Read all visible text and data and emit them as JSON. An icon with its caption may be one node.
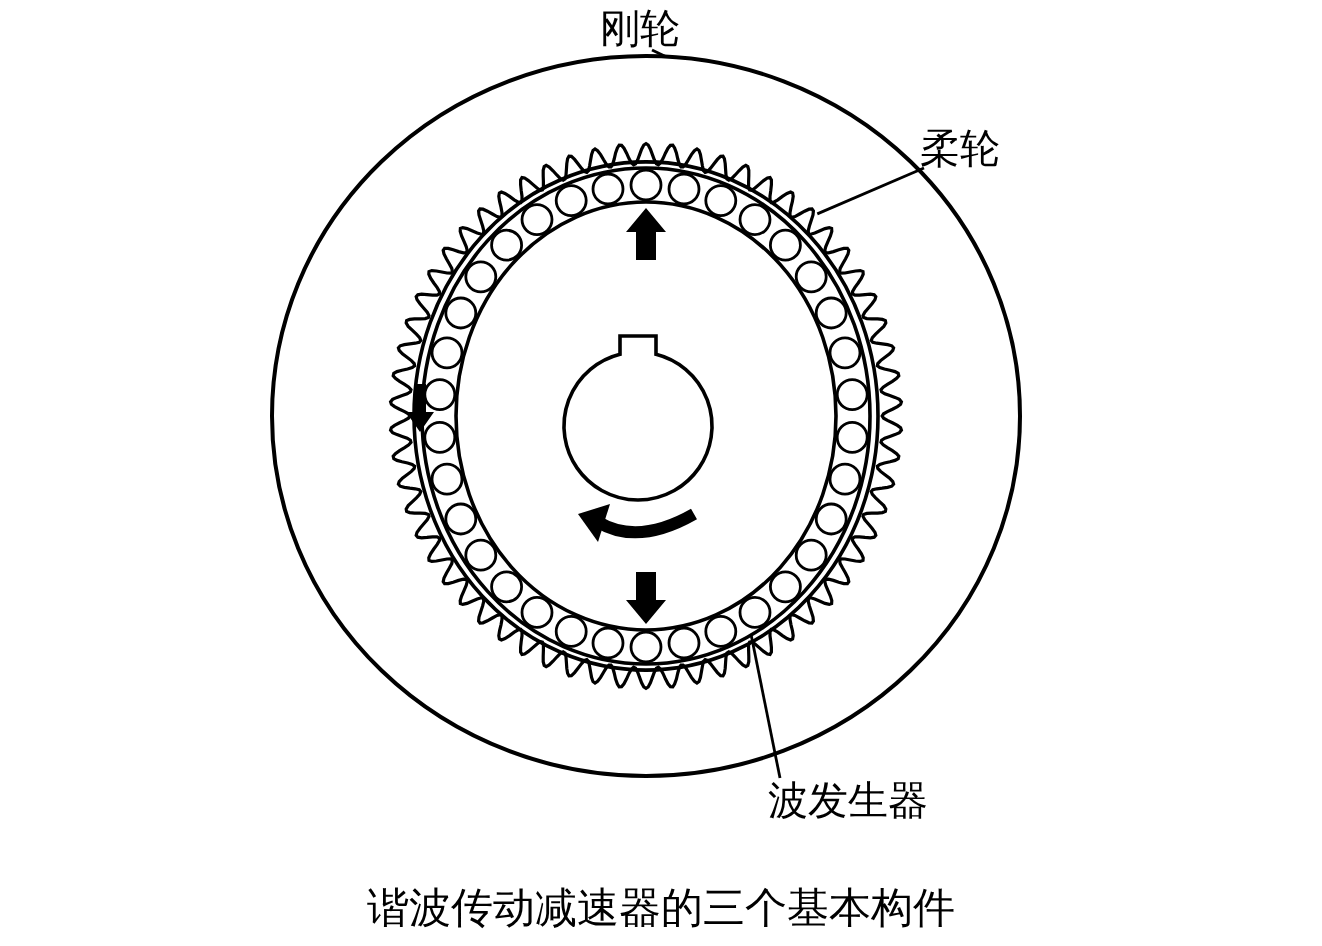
{
  "diagram": {
    "caption": "谐波传动减速器的三个基本构件",
    "nodes": [
      {
        "text": [
          "刚轮"
        ]
      },
      {
        "text": [
          "柔轮"
        ]
      },
      {
        "text": [
          "波发生器"
        ]
      },
      {
        "text": [],
        "shape": "circle"
      },
      {
        "text": [],
        "shape": "picture",
        "in": 3
      },
      {
        "text": [],
        "shape": "picture",
        "in": 4
      }
    ],
    "edges": [
      {
        "from": 0,
        "to": 3,
        "arrow": "none"
      },
      {
        "from": 1,
        "to": 4,
        "arrow": "none"
      },
      {
        "from": 2,
        "to": 5,
        "arrow": "none"
      }
    ]
  }
}
